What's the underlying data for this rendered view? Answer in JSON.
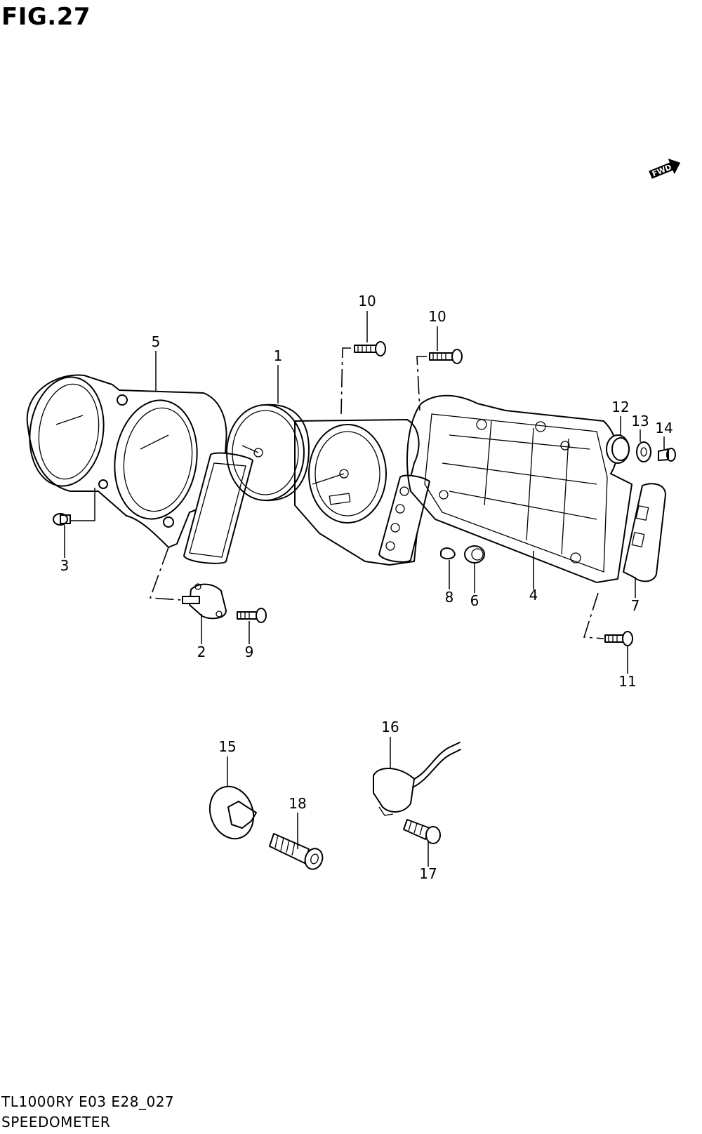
{
  "figure": {
    "title": "FIG.27"
  },
  "footer": {
    "model_code": "TL1000RY E03 E28_027",
    "section_name": "SPEEDOMETER"
  },
  "fwd_badge": {
    "text": "FWD"
  },
  "callouts": {
    "c1": "1",
    "c2": "2",
    "c3": "3",
    "c4": "4",
    "c5": "5",
    "c6": "6",
    "c7": "7",
    "c8": "8",
    "c9": "9",
    "c10a": "10",
    "c10b": "10",
    "c11": "11",
    "c12": "12",
    "c13": "13",
    "c14": "14",
    "c15": "15",
    "c16": "16",
    "c17": "17",
    "c18": "18"
  }
}
